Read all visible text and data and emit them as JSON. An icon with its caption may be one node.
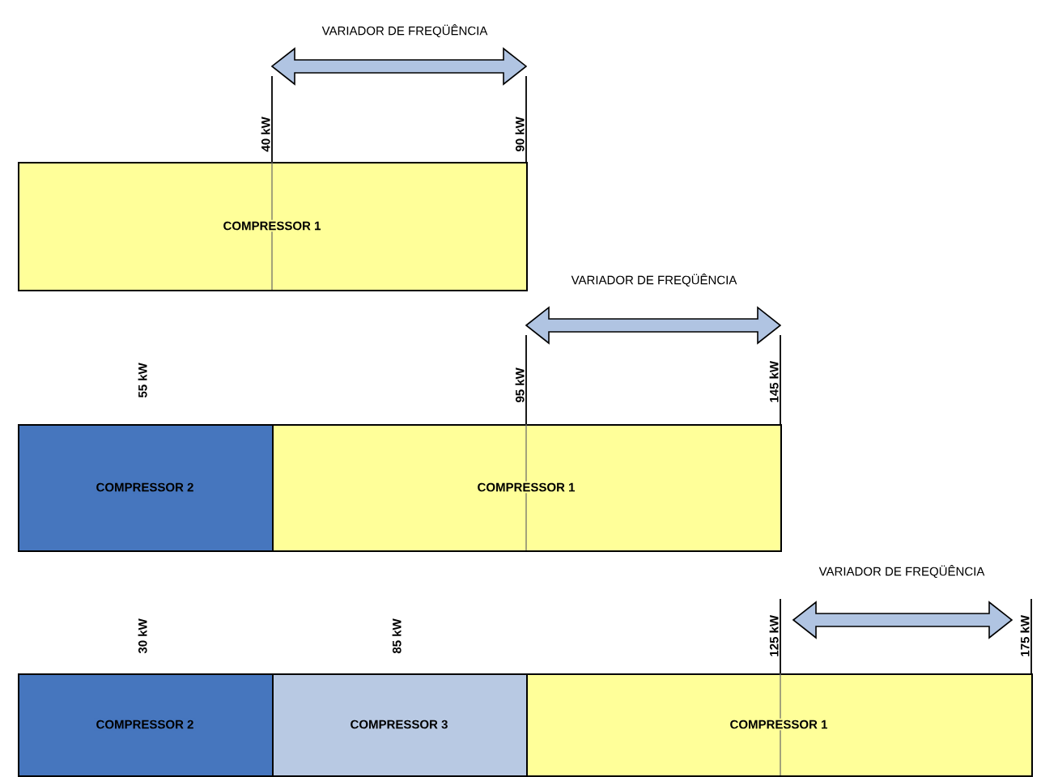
{
  "diagram": {
    "nodes": [
      {
        "text": [
          "COMPRESSOR 1"
        ]
      },
      {
        "text": [
          "COMPRESSOR 2"
        ]
      },
      {
        "text": [
          "COMPRESSOR 1"
        ]
      },
      {
        "text": [
          "COMPRESSOR 2"
        ]
      },
      {
        "text": [
          "COMPRESSOR 3"
        ]
      },
      {
        "text": [
          "COMPRESSOR 1"
        ]
      }
    ],
    "labels": [
      "VARIADOR DE FREQÜÊNCIA",
      "40 kW",
      "90 kW",
      "VARIADOR DE FREQÜÊNCIA",
      "55 kW",
      "95 kW",
      "145 kW",
      "VARIADOR DE FREQÜÊNCIA",
      "30 kW",
      "85 kW",
      "125 kW",
      "175 kW"
    ]
  }
}
